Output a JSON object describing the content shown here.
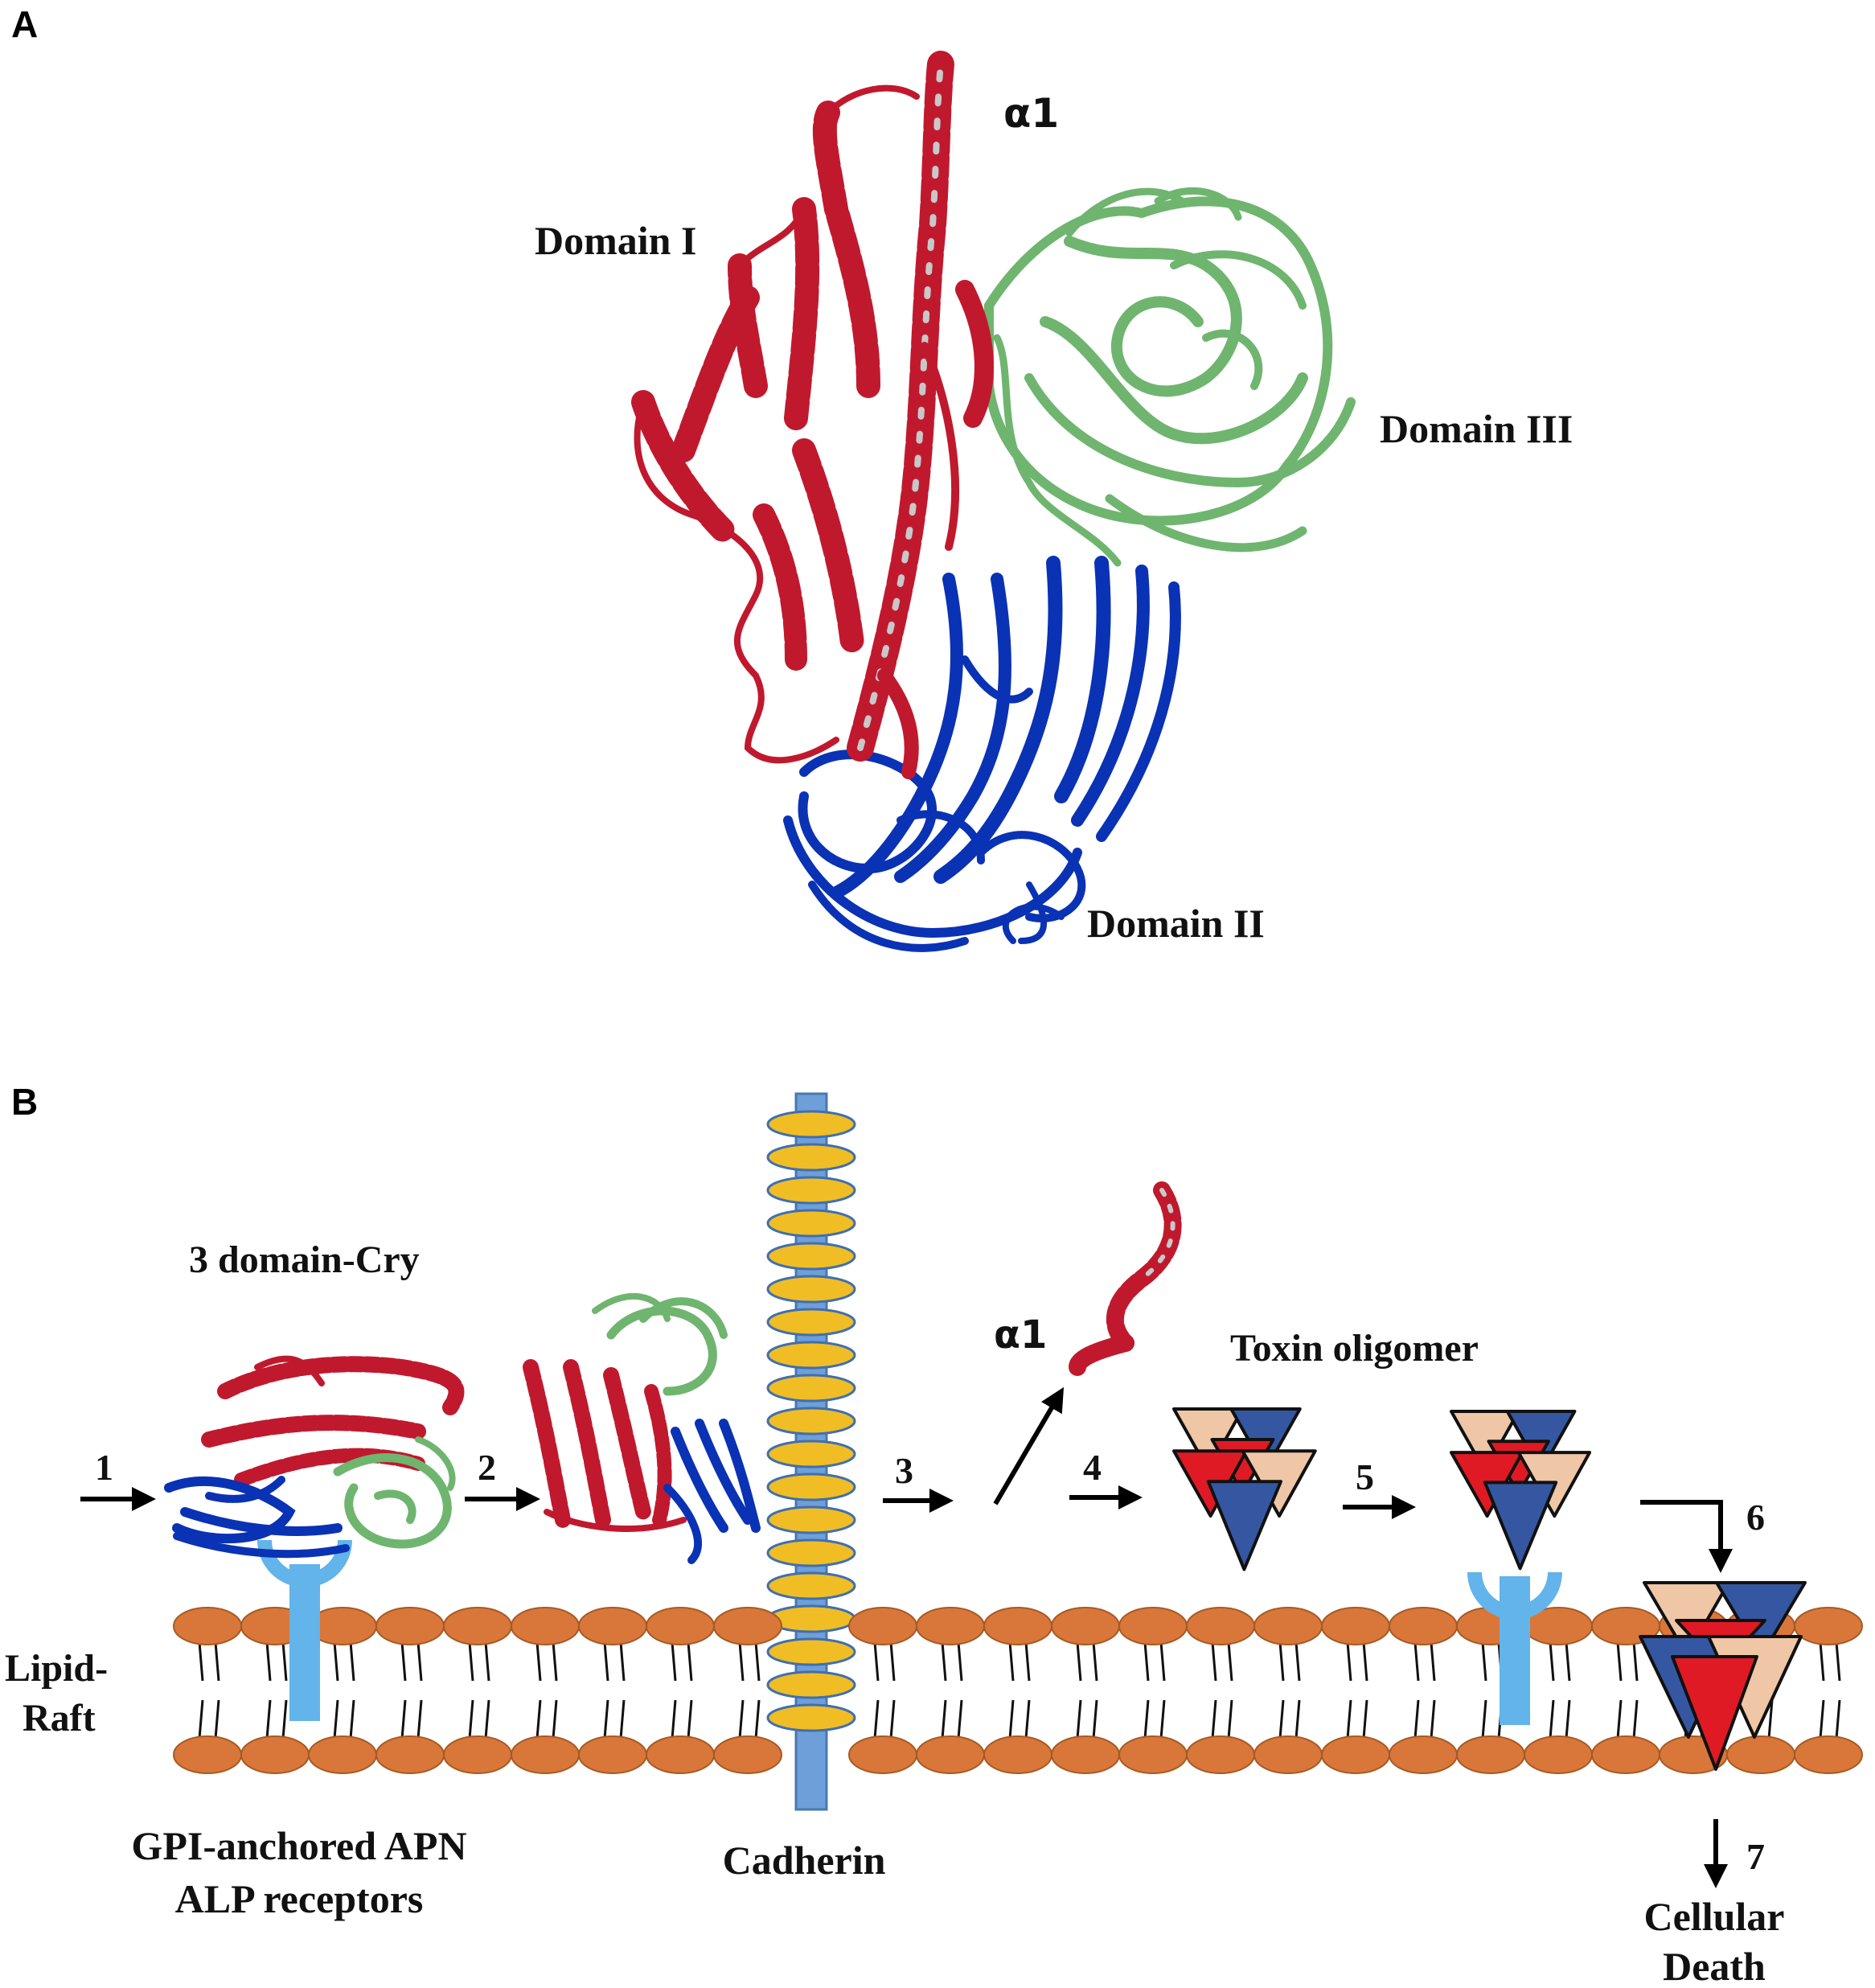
{
  "panels": {
    "a": "A",
    "b": "B"
  },
  "panel_a": {
    "alpha1": "α1",
    "domain1": "Domain I",
    "domain2": "Domain II",
    "domain3": "Domain III"
  },
  "panel_b": {
    "cry_title": "3 domain-Cry",
    "alpha1": "α1",
    "toxin_oligomer": "Toxin oligomer",
    "lipid_line1": "Lipid-",
    "lipid_line2": "Raft",
    "gpi_line1": "GPI-anchored APN",
    "gpi_line2": "ALP receptors",
    "cadherin": "Cadherin",
    "cell_line1": "Cellular",
    "cell_line2": "Death",
    "steps": [
      "1",
      "2",
      "3",
      "4",
      "5",
      "6",
      "7"
    ]
  },
  "colors": {
    "domain1": "#c0192e",
    "domain2": "#0a32b4",
    "domain3": "#6fb56f",
    "membrane_head": "#d9773a",
    "cadherin_rod": "#6f9fd8",
    "cadherin_repeat": "#f0bd25",
    "receptor": "#62b4ea",
    "tri_red": "#e01a24",
    "tri_blue": "#3557a2",
    "tri_peach": "#efc7a6"
  }
}
